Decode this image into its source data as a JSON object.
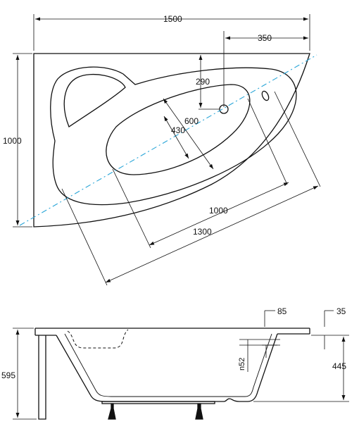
{
  "plan_view": {
    "dimensions": {
      "overall_width": "1500",
      "drain_offset": "350",
      "overall_depth": "1000",
      "drain_to_back": "290",
      "inner_width": "600",
      "bottom_width": "430",
      "inner_length": "1000",
      "outer_length": "1300"
    }
  },
  "side_view": {
    "dimensions": {
      "rim_width_right": "85",
      "rim_width_edge": "35",
      "total_height": "595",
      "drain_height": "445",
      "overflow": "n52"
    }
  },
  "colors": {
    "line": "#111111",
    "axis": "#2aa6d8"
  }
}
